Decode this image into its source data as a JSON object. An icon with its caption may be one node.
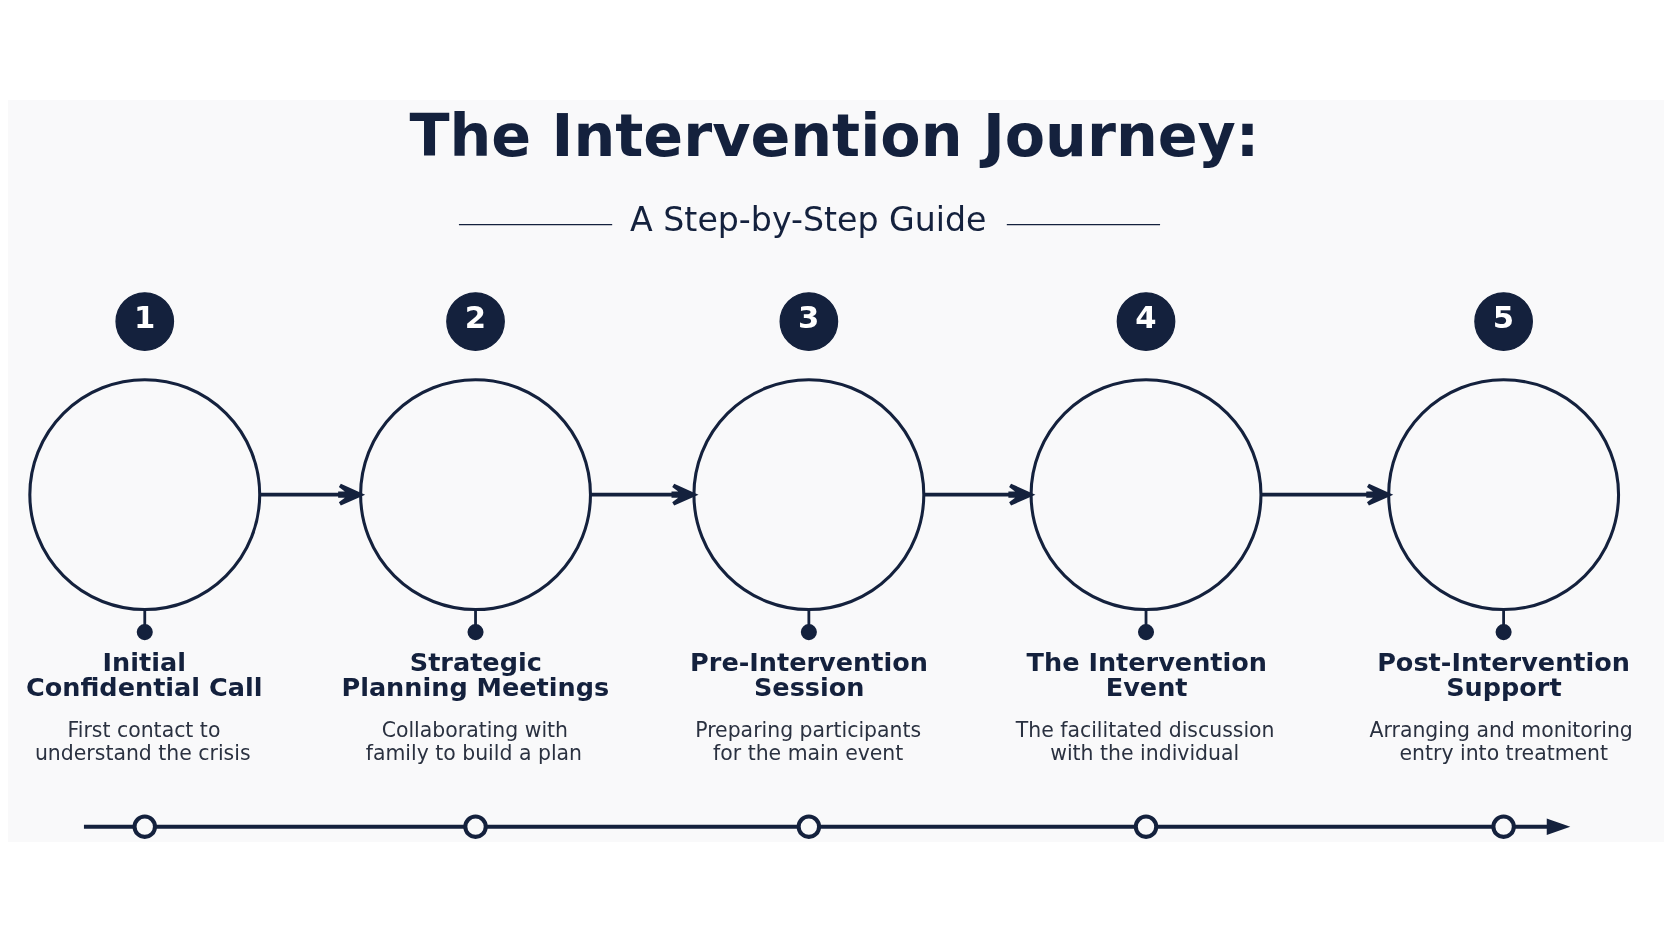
{
  "diagram": {
    "title": "The Intervention Journey:",
    "nodes": [
      {
        "text": [
          "1"
        ]
      },
      {
        "text": [],
        "shape": "circle"
      },
      {
        "text": [
          "Initial Confidential Call",
          "First contact to understand the crisis"
        ]
      },
      {
        "text": [
          "2"
        ]
      },
      {
        "text": [],
        "shape": "circle"
      },
      {
        "text": [
          "Strategic Planning Meetings",
          "Collaborating with family to build a plan"
        ]
      },
      {
        "text": [
          "3"
        ]
      },
      {
        "text": [],
        "shape": "circle"
      },
      {
        "text": [
          "Pre-Intervention Session",
          "Preparing participants for the main event"
        ]
      },
      {
        "text": [
          "4"
        ]
      },
      {
        "text": [],
        "shape": "circle"
      },
      {
        "text": [
          "The Intervention Event",
          "The facilitated discussion with the individual"
        ]
      },
      {
        "text": [
          "5"
        ]
      },
      {
        "text": [],
        "shape": "circle"
      },
      {
        "text": [
          "Post-Intervention Support",
          "Arranging and monitoring entry into treatment"
        ]
      },
      {
        "text": [],
        "shape": "circle"
      },
      {
        "text": [],
        "shape": "circle"
      },
      {
        "text": [],
        "shape": "circle"
      },
      {
        "text": [],
        "shape": "circle"
      },
      {
        "text": [],
        "shape": "circle"
      }
    ],
    "edges": [
      {
        "from": 1,
        "to": 2,
        "arrow": "other"
      },
      {
        "from": 1,
        "to": 4,
        "arrow": "to"
      },
      {
        "from": 4,
        "to": 5,
        "arrow": "other"
      },
      {
        "from": 4,
        "to": 7,
        "arrow": "to"
      },
      {
        "from": 7,
        "to": 8,
        "arrow": "other"
      },
      {
        "from": 7,
        "to": 10,
        "arrow": "to"
      },
      {
        "from": 10,
        "to": 11,
        "arrow": "other"
      },
      {
        "from": 10,
        "to": 13,
        "arrow": "to"
      },
      {
        "from": 13,
        "to": 14,
        "arrow": "other"
      },
      {
        "from": null,
        "to": 15,
        "arrow": "none"
      },
      {
        "from": 15,
        "to": 16,
        "arrow": "none"
      },
      {
        "from": 16,
        "to": 17,
        "arrow": "none"
      },
      {
        "from": 17,
        "to": 18,
        "arrow": "none"
      },
      {
        "from": 18,
        "to": 19,
        "arrow": "none"
      },
      {
        "from": 19,
        "to": null,
        "arrow": "to"
      }
    ],
    "labels": [
      "A Step-by-Step Guide"
    ]
  }
}
